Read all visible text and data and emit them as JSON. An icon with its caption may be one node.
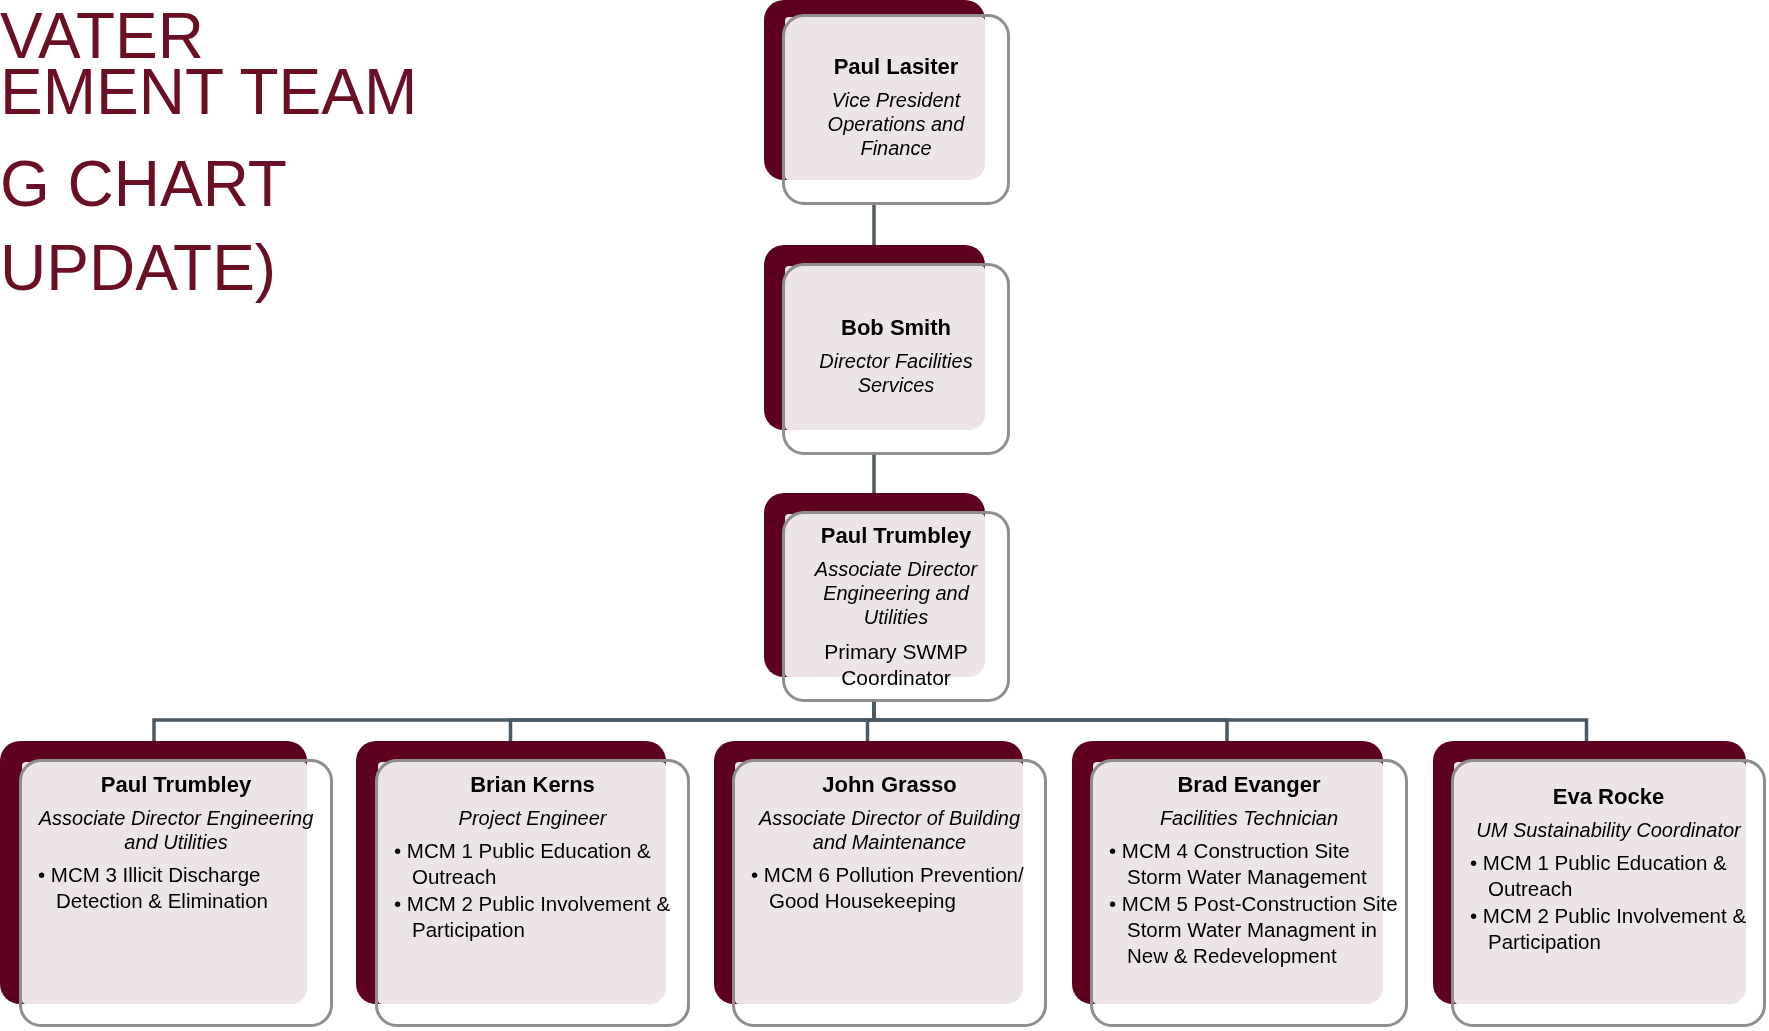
{
  "diagram": {
    "nodes": [
      {
        "text": [
          "Paul Lasiter",
          "Vice President Operations and Finance"
        ]
      },
      {
        "text": [
          "Bob Smith",
          "Director Facilities Services"
        ]
      },
      {
        "text": [
          "Paul Trumbley",
          "Associate Director Engineering and Utilities",
          "Primary SWMP Coordinator"
        ]
      },
      {
        "text": [
          "Paul Trumbley",
          "Associate Director Engineering and Utilities",
          "• MCM 3 Illicit Discharge Detection & Elimination"
        ]
      },
      {
        "text": [
          "Brian Kerns",
          "Project Engineer",
          "• MCM 1 Public Education & Outreach",
          "• MCM 2 Public Involvement & Participation"
        ]
      },
      {
        "text": [
          "John Grasso",
          "Associate Director of Building and Maintenance",
          "• MCM 6 Pollution Prevention/ Good Housekeeping"
        ]
      },
      {
        "text": [
          "Brad Evanger",
          "Facilities Technician",
          "• MCM 4 Construction Site Storm Water Management",
          "• MCM 5 Post-Construction Site Storm Water Managment in New & Redevelopment"
        ]
      },
      {
        "text": [
          "Eva Rocke",
          "UM Sustainability Coordinator",
          "• MCM 1 Public Education & Outreach",
          "• MCM 2 Public Involvement & Participation"
        ]
      }
    ],
    "edges": [
      {
        "from": 0,
        "to": 1,
        "arrow": "none"
      },
      {
        "from": 1,
        "to": 2,
        "arrow": "none"
      },
      {
        "from": 2,
        "to": 3,
        "arrow": "none"
      },
      {
        "from": 2,
        "to": 4,
        "arrow": "none"
      },
      {
        "from": 2,
        "to": 5,
        "arrow": "none"
      },
      {
        "from": 2,
        "to": 6,
        "arrow": "none"
      },
      {
        "from": 2,
        "to": 7,
        "arrow": "none"
      }
    ],
    "labels": [
      "VATER",
      "EMENT TEAM",
      "G CHART",
      "UPDATE)"
    ]
  }
}
